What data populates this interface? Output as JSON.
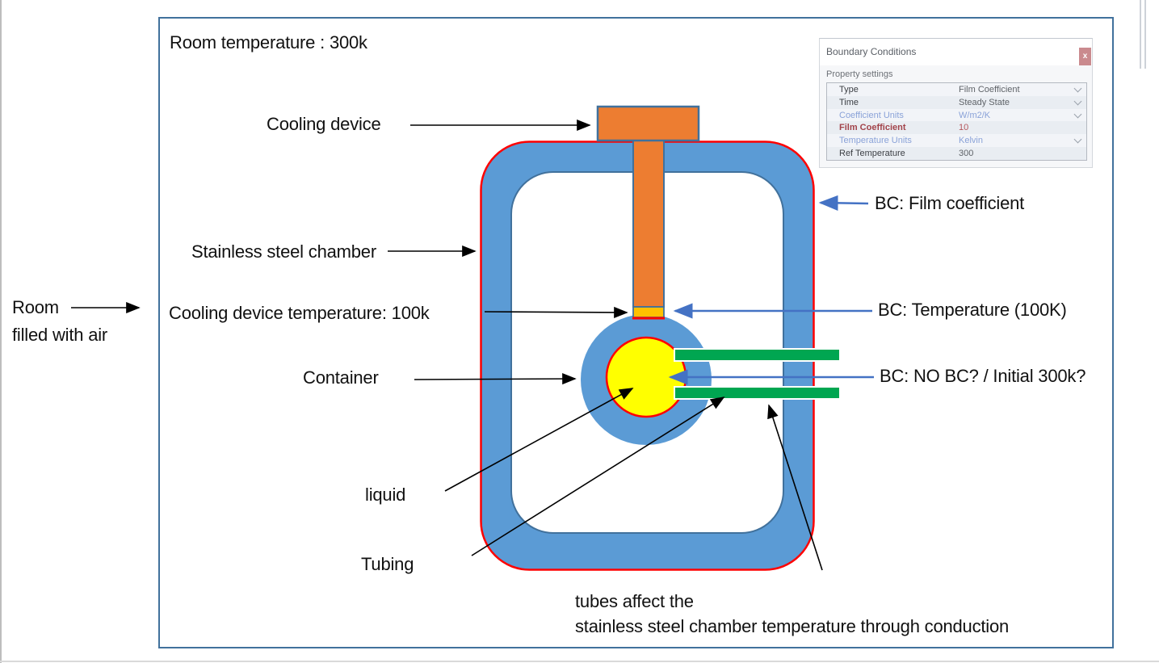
{
  "frame": {
    "title": "Room temperature : 300k"
  },
  "outside_labels": {
    "room_line1": "Room",
    "room_line2": "filled with air"
  },
  "labels": {
    "cooling_device": "Cooling device",
    "stainless_chamber": "Stainless steel chamber",
    "cooling_temp": "Cooling device temperature: 100k",
    "container": "Container",
    "liquid": "liquid",
    "tubing": "Tubing",
    "bc_film": "BC: Film coefficient",
    "bc_temperature": "BC: Temperature (100K)",
    "bc_nobc": "BC: NO BC? / Initial 300k?",
    "annotation_line1": "tubes affect the",
    "annotation_line2": "stainless steel chamber temperature through conduction"
  },
  "panel": {
    "title": "Boundary Conditions",
    "close_label": "x",
    "group_title": "Property settings",
    "rows": [
      {
        "label": "Type",
        "value": "Film Coefficient",
        "dropdown": true,
        "style": "normal"
      },
      {
        "label": "Time",
        "value": "Steady State",
        "dropdown": true,
        "style": "normal"
      },
      {
        "label": "Coefficient Units",
        "value": "W/m2/K",
        "dropdown": true,
        "style": "blue"
      },
      {
        "label": "Film Coefficient",
        "value": "10",
        "dropdown": false,
        "style": "red"
      },
      {
        "label": "Temperature Units",
        "value": "Kelvin",
        "dropdown": true,
        "style": "blue"
      },
      {
        "label": "Ref Temperature",
        "value": "300",
        "dropdown": false,
        "style": "normal"
      }
    ]
  },
  "colors": {
    "chamber_blue": "#5b9bd5",
    "outline_red": "#ff0000",
    "inner_outline_blue": "#41719c",
    "device_orange": "#ed7d31",
    "bc_temp_yellow": "#ffc000",
    "liquid_yellow": "#ffff00",
    "tube_green": "#00a651",
    "tube_outline_white": "#ffffff",
    "arrow_blue": "#4472c4",
    "arrow_black": "#000000",
    "frame_border": "#41719c",
    "panel_close_red": "#ca8a8e",
    "panel_blue_text": "#8aa2d8",
    "panel_red_text": "#a2434a"
  }
}
